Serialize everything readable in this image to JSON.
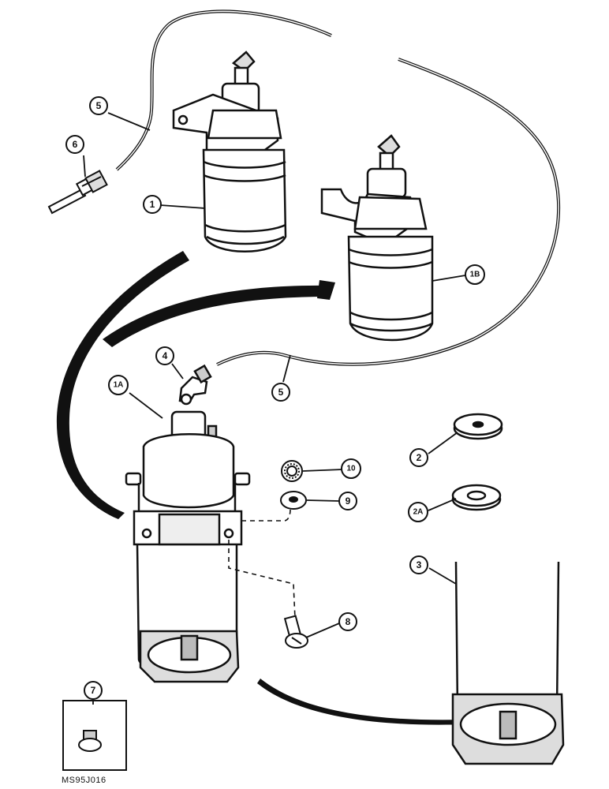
{
  "figure_code": "MS95J016",
  "callouts": {
    "c1": "1",
    "c1b": "1B",
    "c1a": "1A",
    "c2": "2",
    "c2a": "2A",
    "c3": "3",
    "c4": "4",
    "c5_top": "5",
    "c5_bottom": "5",
    "c6": "6",
    "c7": "7",
    "c8": "8",
    "c9": "9",
    "c10": "10"
  }
}
